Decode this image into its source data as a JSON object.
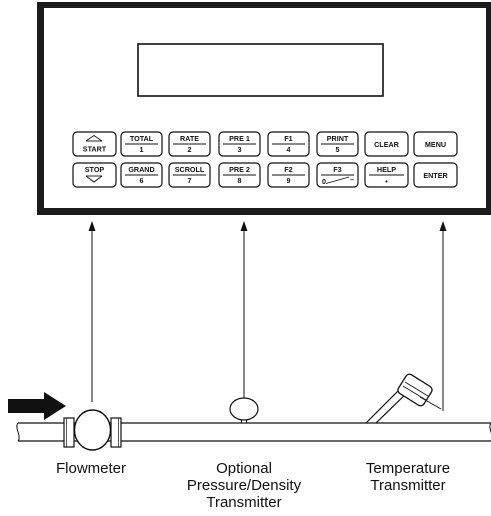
{
  "keypad": {
    "start": "START",
    "stop": "STOP",
    "total": "TOTAL",
    "total_num": "1",
    "rate": "RATE",
    "rate_num": "2",
    "pre1": "PRE 1",
    "pre1_num": "3",
    "f1": "F1",
    "f1_num": "4",
    "print": "PRINT",
    "print_num": "5",
    "clear": "CLEAR",
    "menu": "MENU",
    "grand": "GRAND",
    "grand_num": "6",
    "scroll": "SCROLL",
    "scroll_num": "7",
    "pre2": "PRE 2",
    "pre2_num": "8",
    "f2": "F2",
    "f2_num": "9",
    "f3": "F3",
    "f3_num": "0",
    "f3_dash": "–",
    "help": "HELP",
    "help_num": "•",
    "enter": "ENTER"
  },
  "labels": {
    "flowmeter": "Flowmeter",
    "optional_line1": "Optional",
    "optional_line2": "Pressure/Density",
    "optional_line3": "Transmitter",
    "temperature_line1": "Temperature",
    "temperature_line2": "Transmitter"
  },
  "colors": {
    "ink": "#111111",
    "bezel": "#1c1c1c",
    "background": "#ffffff"
  }
}
